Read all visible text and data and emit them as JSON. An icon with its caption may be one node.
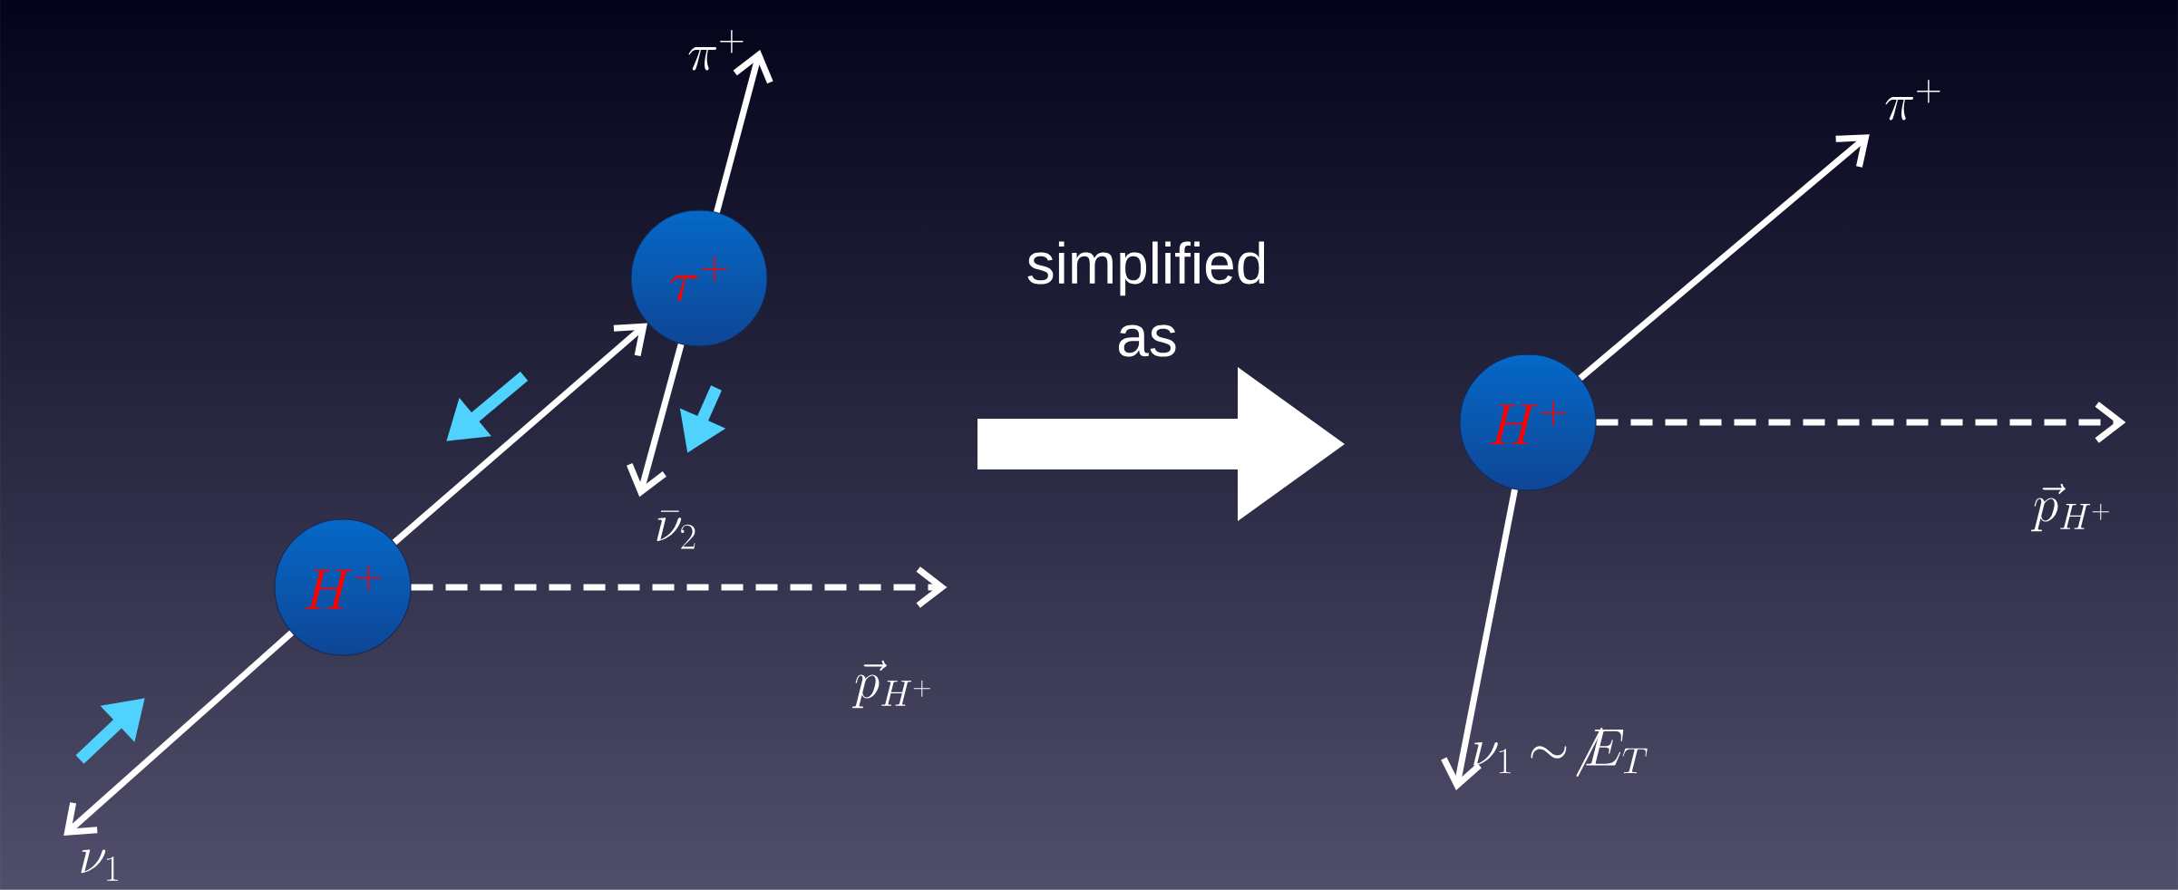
{
  "diagram": {
    "nodes": [
      {
        "text": [
          "H^+"
        ]
      },
      {
        "text": [
          "\\tau^+"
        ]
      },
      {
        "text": [
          "\\pi^+"
        ]
      },
      {
        "text": [
          "\\bar{\\nu}_2"
        ]
      },
      {
        "text": [
          "\\nu_1"
        ]
      },
      {
        "text": [
          "\\vec{p}_{H^+}"
        ]
      },
      {
        "text": [
          "H^+"
        ]
      },
      {
        "text": [
          "\\pi^+"
        ]
      },
      {
        "text": [
          "\\vec{p}_{H^+}"
        ]
      },
      {
        "text": [
          "\\nu_1 \\sim \\not{E}_T"
        ]
      }
    ],
    "edges": [
      {
        "from": 0,
        "to": 1,
        "arrow": "to"
      },
      {
        "from": 1,
        "to": 2,
        "arrow": "to"
      },
      {
        "from": 1,
        "to": 3,
        "arrow": "to"
      },
      {
        "from": 0,
        "to": 4,
        "arrow": "to"
      },
      {
        "from": 0,
        "to": 5,
        "arrow": "to",
        "style": "dashed"
      },
      {
        "from": 6,
        "to": 7,
        "arrow": "to"
      },
      {
        "from": 6,
        "to": 8,
        "arrow": "to",
        "style": "dashed"
      },
      {
        "from": 6,
        "to": 9,
        "arrow": "to"
      }
    ],
    "labels": [
      "simplified as"
    ]
  }
}
